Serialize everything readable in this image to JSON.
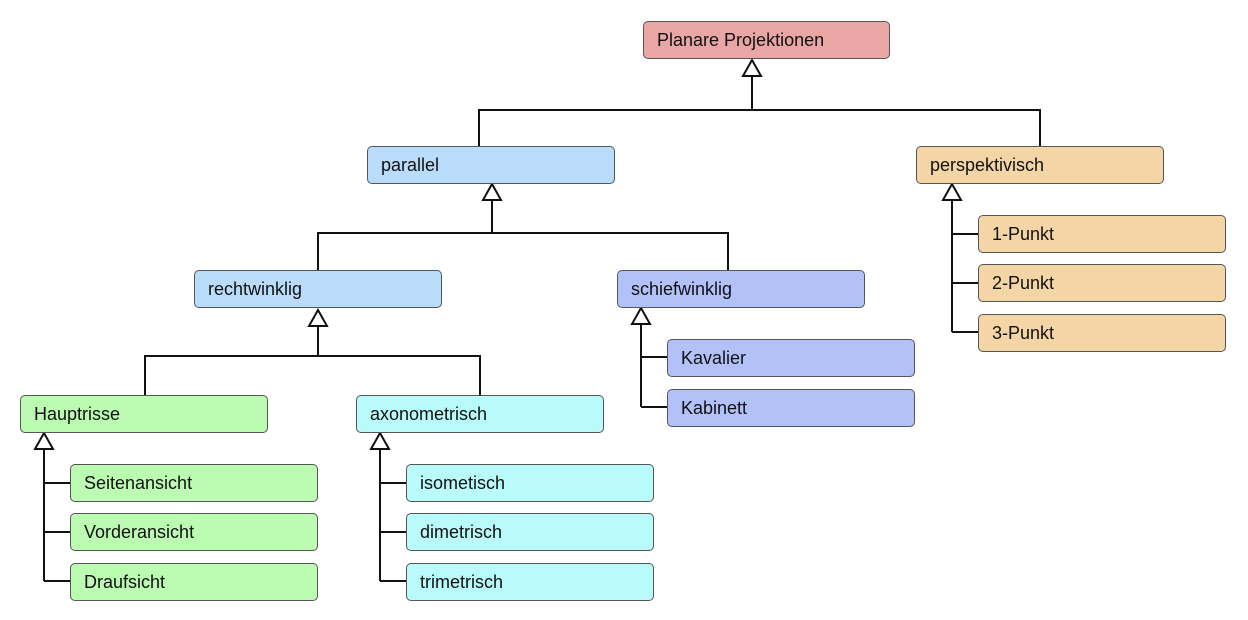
{
  "nodes": {
    "root": "Planare Projektionen",
    "parallel": "parallel",
    "perspektivisch": "perspektivisch",
    "rechtwinklig": "rechtwinklig",
    "schiefwinklig": "schiefwinklig",
    "hauptrisse": "Hauptrisse",
    "axonometrisch": "axonometrisch",
    "seitenansicht": "Seitenansicht",
    "vorderansicht": "Vorderansicht",
    "draufsicht": "Draufsicht",
    "isometisch": "isometisch",
    "dimetrisch": "dimetrisch",
    "trimetrisch": "trimetrisch",
    "kavalier": "Kavalier",
    "kabinett": "Kabinett",
    "punkt1": "1-Punkt",
    "punkt2": "2-Punkt",
    "punkt3": "3-Punkt"
  },
  "colors": {
    "root": "#eaa5a5",
    "parallel": "#b9dcfb",
    "perspektivisch": "#f4d5a6",
    "schiefwinklig": "#b2c2f9",
    "hauptrisse": "#bcfbb2",
    "axonometrisch": "#b8fbfa"
  }
}
